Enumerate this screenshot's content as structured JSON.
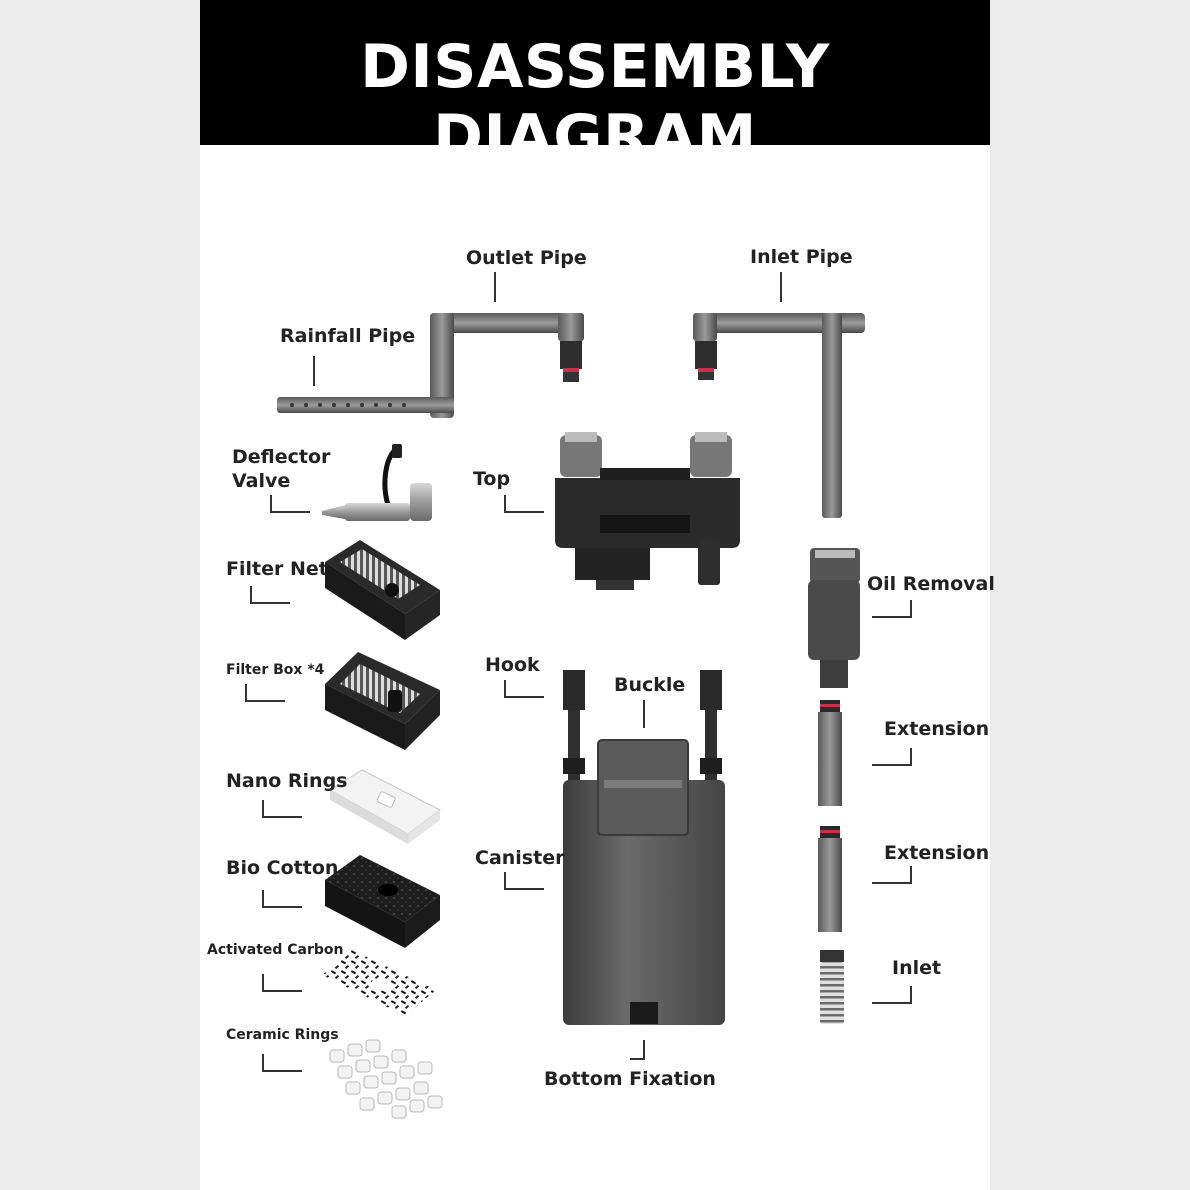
{
  "banner": {
    "title": "DISASSEMBLY DIAGRAM"
  },
  "labels": {
    "outlet_pipe": "Outlet Pipe",
    "inlet_pipe": "Inlet Pipe",
    "rainfall_pipe": "Rainfall Pipe",
    "deflector_valve": "Deflector\nValve",
    "top": "Top",
    "filter_net": "Filter Net",
    "oil_removal": "Oil Removal",
    "filter_box": "Filter Box *4",
    "hook": "Hook",
    "buckle": "Buckle",
    "extension_1": "Extension",
    "nano_rings": "Nano Rings",
    "canister": "Canister",
    "extension_2": "Extension",
    "bio_cotton": "Bio Cotton",
    "activated_carbon": "Activated Carbon",
    "inlet": "Inlet",
    "ceramic_rings": "Ceramic Rings",
    "bottom_fixation": "Bottom Fixation"
  },
  "colors": {
    "banner": "#000000",
    "part_dark": "#2b2b2b",
    "part_gray": "#7a7a7a",
    "seal_red": "#c8324a"
  }
}
